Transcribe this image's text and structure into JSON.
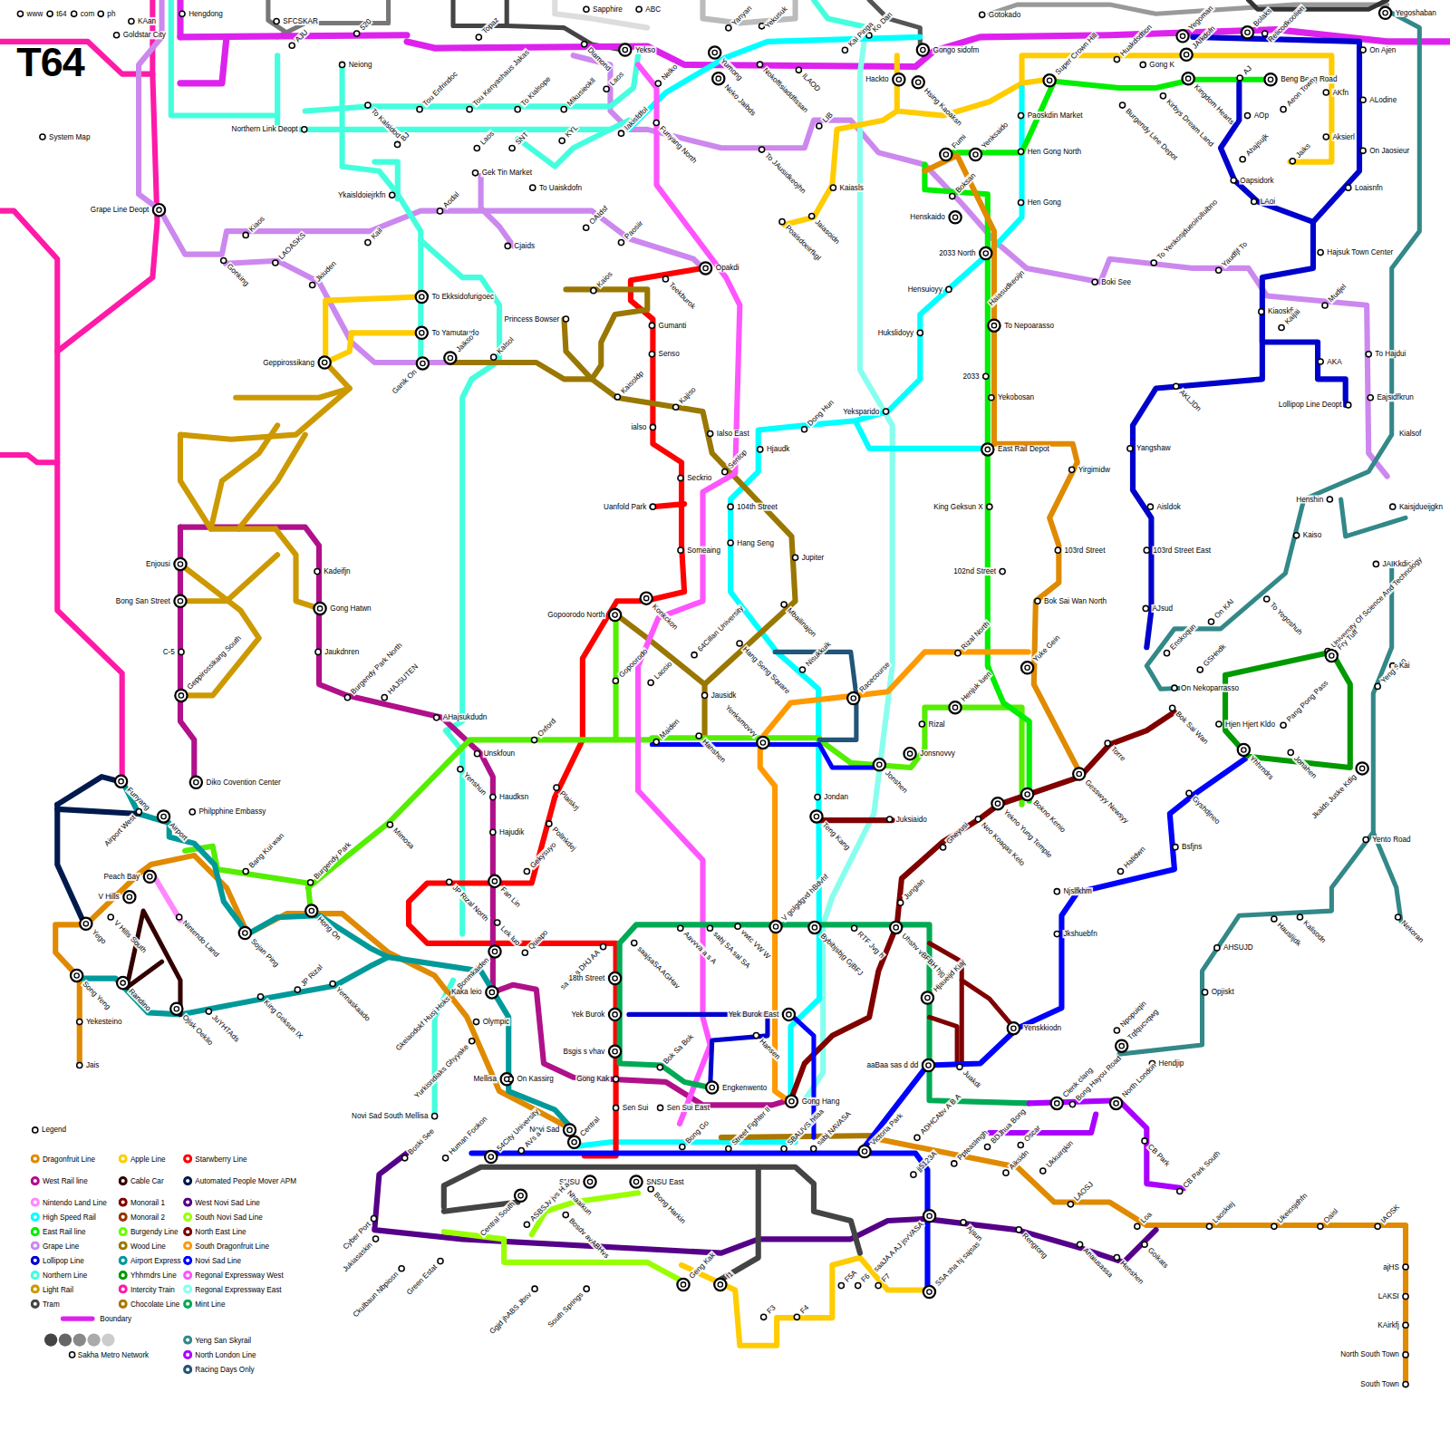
{
  "diagram": {
    "title": "T64",
    "labels": [
      "www",
      "t64",
      "com",
      "ph",
      "KAan",
      "Hengdong",
      "Goldstar City",
      "SFCSKAR",
      "AJU",
      "520",
      "Topaz",
      "Sapphire",
      "ABC",
      "Diamond",
      "Yekso",
      "Yanyan",
      "Yekusuk",
      "Kai Pinga",
      "Ko Dan",
      "Gotokado",
      "Gongo sidofm",
      "Yegoman",
      "Bolaks",
      "Relicodkoolien",
      "Yegoshaban",
      "Neiong",
      "Tou Enfrindoc",
      "Tou Kenyashaus Jakas",
      "To Kialsope",
      "Mikusieokll",
      "Laos",
      "Nelko",
      "Yumong",
      "Neko Jaibds",
      "Nokoffisiaddfissan",
      "ILAOD",
      "Hackto",
      "Hsing Kaoaksn",
      "Super Crown Hill",
      "Huakdsdtion",
      "Gong K",
      "JAIkdofn",
      "AJ",
      "Beng Beng Road",
      "Aeon Town",
      "AKfn",
      "On Ajen",
      "ALodine",
      "Northern Link Deopt",
      "To Kalsidod",
      "BJ",
      "Laos",
      "SNT",
      "KYL",
      "Iakisfdfol",
      "Funyang North",
      "LIB",
      "Paoskdin Market",
      "Kingdom Hearts",
      "Kirbys Dream Land",
      "Burgendy Line Depot",
      "AOp",
      "Aksierl",
      "On Jaosieur",
      "System Map",
      "Gek Tin Market",
      "To Uaiskdofn",
      "To JAusidkeojhn",
      "Kaiasls",
      "Fumi",
      "Yenksaido",
      "Hen Gong North",
      "Boksan",
      "Ahajsujk",
      "Jaiks",
      "Oapsidork",
      "LAoi",
      "Loaisnfn",
      "Grape Line Deopt",
      "Kiaos",
      "Ykaisldoiejrkfn",
      "Aodal",
      "Kail",
      "OAIdsf",
      "Cjaids",
      "Paosiir",
      "Jaiasoidn",
      "Poaisdoeirfkgl",
      "Henskaido",
      "Hen Gong",
      "2033 North",
      "To Yenkosjdueoirolluibno",
      "Yaudfjf To",
      "Hajsuk Town Center",
      "Gonking",
      "LAOASKS",
      "Jkiuden",
      "Opakdi",
      "Kaios",
      "Teekburok",
      "Hensuioyy",
      "Haiasudkeoijn",
      "Boki See",
      "Kiaoskfjn",
      "Mudjel",
      "To Ekksidofurigoec",
      "Princess Bowser",
      "Gumanti",
      "Kaijai",
      "To Nepoarasso",
      "To Hajdui",
      "To Yamutaudo",
      "Senso",
      "Hukslidoyy",
      "AKA",
      "Geppirossikang",
      "Ganik On",
      "Jaikso",
      "Kalsol",
      "Kaisoldp",
      "Kajiso",
      "2033",
      "Yekobosan",
      "Eajsidfkrun",
      "Lollipop Line Deopt",
      "AKLJDn",
      "Dong Hun",
      "Yeksparido",
      "ialso",
      "Ialso East",
      "Kialsof",
      "Hjaudk",
      "Senlop",
      "East Rail Depot",
      "Yangshaw",
      "Yirgimidw",
      "Seckrio",
      "Henshin",
      "Kaisjdueijgkn",
      "Uanfold Park",
      "104th Street",
      "King Geksun X",
      "Aisldok",
      "Kaiso",
      "Hang Seng",
      "Someaing",
      "Jupiter",
      "103rd Street",
      "103rd Street East",
      "JAIKkdiel",
      "To Yegoshuh",
      "University Of Science And Technology",
      "Enjousi",
      "Kadeifjn",
      "102nd Street",
      "Gopoorodo North",
      "Konkckon",
      "Bong San Street",
      "Gong Hatwn",
      "64Cillan University",
      "Mbailinajon",
      "Bok Sai Wan North",
      "AJsud",
      "On KAI",
      "Gopoorodo",
      "Laosio",
      "Jausidk",
      "C-5",
      "Jaukdnren",
      "Geppirossikang South",
      "Enskoqun",
      "Rizal North",
      "Yuke Gein",
      "Fry Tuff",
      "Yeng San",
      "Kai",
      "Hang Seng Square",
      "Nisukkuik",
      "GSHndk",
      "On Nekoparrasso",
      "Racecourse",
      "Henjuk luen",
      "Pang Pong Pass",
      "Burgendy Park North",
      "HAJSUTEN",
      "AHajsukdudn",
      "Oxford",
      "Maiden",
      "Hanshen",
      "Yenksmovvy",
      "Rizal",
      "Bok Sai Wan",
      "Hjen Hjert Kldo",
      "Torre",
      "Jonahen",
      "Yhhrndrs",
      "Jkalds Juske Kdig",
      "Unskfoun",
      "Diko Covention Center",
      "Funyang",
      "Yenshun",
      "Jonsnovvy",
      "Jonshen",
      "Jondan",
      "Gesswyy Newsyy",
      "Yekno Yung Temple",
      "Bokno Kenio",
      "Gyshdjneo",
      "Haudksn",
      "Plaiskrj",
      "Philpphine Embassy",
      "Airport West",
      "Airport",
      "Juksiaido",
      "Neo Koaqas Kelo",
      "Teng Kang",
      "Mimosa",
      "Hajudik",
      "Pollnkdej",
      "Bsfjns",
      "Yento Road",
      "Bang Kui wan",
      "Burgendy Park",
      "Gheyusi",
      "Hatidwn",
      "Peach Bay",
      "Gekysuyo",
      "Jungian",
      "V Hills",
      "Nintendo Land",
      "JP Rizal North",
      "Fan Lin",
      "V golgdgvd hBdvhf",
      "Njslfkhm",
      "Lek luo",
      "Yego",
      "V Hills South",
      "Hong On",
      "Sojan Ping",
      "Nekoran",
      "Hauslijdk",
      "Kalisodn",
      "Jkshuebfn",
      "Bonmkaiden",
      "Quiapo",
      "sa AJ a DHJ AA",
      "saajsaSA AGHav",
      "Aavvva a s A",
      "sabj SA sal SA",
      "vwtc VW W",
      "Bybibjsbjg GjBFJ",
      "RTF Jvg h",
      "Uhshv vBFBH hjg",
      "AHSUJD",
      "Song Yeng",
      "Randino",
      "18th Street",
      "Kaka leio",
      "JP Rizal",
      "Yennaskaado",
      "King Geksun IX",
      "Opjiskt",
      "Hjaueijd Kiaj",
      "Yekesteino",
      "Olympic",
      "Gkeiaodokf Husj Hoks",
      "Yek Burok",
      "Yek Burok East",
      "Hansen",
      "Yenskkiodn",
      "Ojisk Oeklio",
      "JuYHTAds",
      "Npopuiqin",
      "Tqfqucvqwg",
      "Yurkisndiaks Ghyyake",
      "Bsgis s vhav",
      "Bok Sa Bok",
      "Hendjip",
      "Jais",
      "aaBaa sas d dd",
      "Juakdi",
      "Mellisa",
      "On Kassirg",
      "Gong Kak",
      "Engkenwento",
      "Gong Hang",
      "Clenk clang",
      "Bong Hayou Road",
      "North London",
      "Sen Sui",
      "Sen Sui East",
      "Novi Sad South Mellisa",
      "Novi Sad",
      "Central",
      "SBAUVS hsaa",
      "sabj NAVASA",
      "Victoria Park",
      "ADHCAbv A B A",
      "jj5123A",
      "Ppteaslmgh",
      "BDJhua Bong",
      "Oscar",
      "Aiksidn",
      "Ukkuirqkin",
      "CB Park",
      "CB Park South",
      "Legend",
      "Boski See",
      "Human Fookon",
      "54City University",
      "AVs a",
      "Bong Go",
      "Street Fighter II",
      "Central South",
      "SNSU",
      "SNSU East",
      "Nhaaikun",
      "Bong Harkin",
      "ASBSJv jvs H a",
      "Bosdv avABHvs",
      "Cyber Port",
      "Jukiasaskin",
      "Ckulbaun Nbpiosn",
      "Green Estat",
      "Ggjd jhABS Jbsv",
      "South Springs",
      "Geng Kak",
      "f1",
      "F3",
      "F4",
      "F5A",
      "F6",
      "F7",
      "SSA sha hj sajsas",
      "saaJA A AJ jsvVASA",
      "Ajsun",
      "Rengtong",
      "Anaiusassa",
      "Henshen",
      "Goikats",
      "LAOSJ",
      "Loa",
      "Laoskiej",
      "Ukeiosjdhfn",
      "Oaisl",
      "IAOSK",
      "ajHS",
      "LAKSI",
      "KAirkfj",
      "North South Town",
      "South Town"
    ],
    "legend": [
      {
        "text": "Dragonfruit Line",
        "color": "#e08a00"
      },
      {
        "text": "West Rail line",
        "color": "#b0108a"
      },
      {
        "text": "Nintendo Land Line",
        "color": "#ff88ff"
      },
      {
        "text": "High Speed Rail",
        "color": "#00ffff"
      },
      {
        "text": "East Rail line",
        "color": "#00ee00"
      },
      {
        "text": "Grape Line",
        "color": "#cc88ee"
      },
      {
        "text": "Lollipop Line",
        "color": "#0000cc"
      },
      {
        "text": "Northern Line",
        "color": "#44ffdd"
      },
      {
        "text": "Light Rail",
        "color": "#cc9900"
      },
      {
        "text": "Tram",
        "color": "#444444"
      },
      {
        "text": "Apple Line",
        "color": "#ffcc00"
      },
      {
        "text": "Cable Car",
        "color": "#330000"
      },
      {
        "text": "Monorail 1",
        "color": "#800000"
      },
      {
        "text": "Monorail 2",
        "color": "#993300"
      },
      {
        "text": "Burgendy Line",
        "color": "#66ff00"
      },
      {
        "text": "Wood Line",
        "color": "#997700"
      },
      {
        "text": "Airport Express",
        "color": "#009999"
      },
      {
        "text": "Yhhrndrs Line",
        "color": "#009900"
      },
      {
        "text": "Intercity Train",
        "color": "#ff1aa8"
      },
      {
        "text": "Chocolate Line",
        "color": "#aa7700"
      },
      {
        "text": "Starwberry Line",
        "color": "#ff0000"
      },
      {
        "text": "Automated People Mover APM",
        "color": "#001a4d"
      },
      {
        "text": "West Novi Sad Line",
        "color": "#550088"
      },
      {
        "text": "South Novi Sad Line",
        "color": "#99ff00"
      },
      {
        "text": "North East Line",
        "color": "#800000"
      },
      {
        "text": "South Dragonfruit Line",
        "color": "#ff9900"
      },
      {
        "text": "Novi Sad Line",
        "color": "#0000ff"
      },
      {
        "text": "Regonal Expressway West",
        "color": "#ff55ff"
      },
      {
        "text": "Regonal Expressway East",
        "color": "#88ffee"
      },
      {
        "text": "Mint Line",
        "color": "#00aa55"
      },
      {
        "text": "Boundary"
      },
      {
        "text": "Sakha Metro Network"
      },
      {
        "text": "Yeng San Skyrail",
        "color": "#338888"
      },
      {
        "text": "North London Line",
        "color": "#aa00ff"
      },
      {
        "text": "Racing Days Only",
        "color": "#225577"
      }
    ]
  }
}
